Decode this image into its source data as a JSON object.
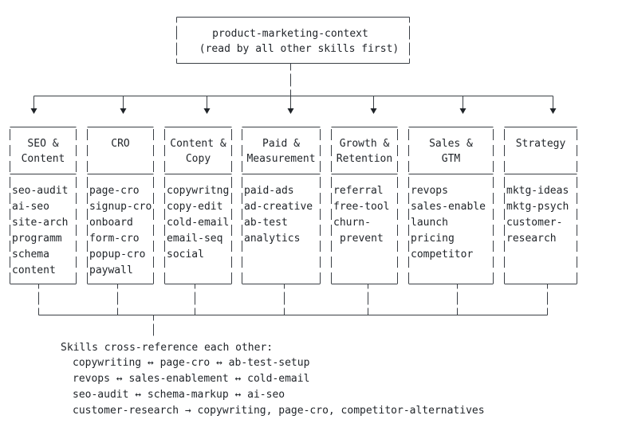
{
  "root": {
    "line1": "product-marketing-context",
    "line2": "(read by all other skills first)"
  },
  "categories": [
    {
      "title": [
        "SEO &",
        "Content"
      ],
      "items": [
        "seo-audit",
        "ai-seo",
        "site-arch",
        "programm",
        "schema",
        "content"
      ]
    },
    {
      "title": [
        "CRO"
      ],
      "items": [
        "page-cro",
        "signup-cro",
        "onboard",
        "form-cro",
        "popup-cro",
        "paywall"
      ]
    },
    {
      "title": [
        "Content &",
        "Copy"
      ],
      "items": [
        "copywritng",
        "copy-edit",
        "cold-email",
        "email-seq",
        "social"
      ]
    },
    {
      "title": [
        "Paid &",
        "Measurement"
      ],
      "items": [
        "paid-ads",
        "ad-creative",
        "ab-test",
        "analytics"
      ]
    },
    {
      "title": [
        "Growth &",
        "Retention"
      ],
      "items": [
        "referral",
        "free-tool",
        "churn-",
        "prevent"
      ]
    },
    {
      "title": [
        "Sales &",
        "GTM"
      ],
      "items": [
        "revops",
        "sales-enable",
        "launch",
        "pricing",
        "competitor"
      ]
    },
    {
      "title": [
        "Strategy"
      ],
      "items": [
        "mktg-ideas",
        "mktg-psych",
        "customer-",
        "research"
      ]
    }
  ],
  "crossref": {
    "heading": "Skills cross-reference each other:",
    "lines": [
      "copywriting ↔ page-cro ↔ ab-test-setup",
      "revops ↔ sales-enablement ↔ cold-email",
      "seo-audit ↔ schema-markup ↔ ai-seo",
      "customer-research → copywriting, page-cro, competitor-alternatives"
    ]
  }
}
